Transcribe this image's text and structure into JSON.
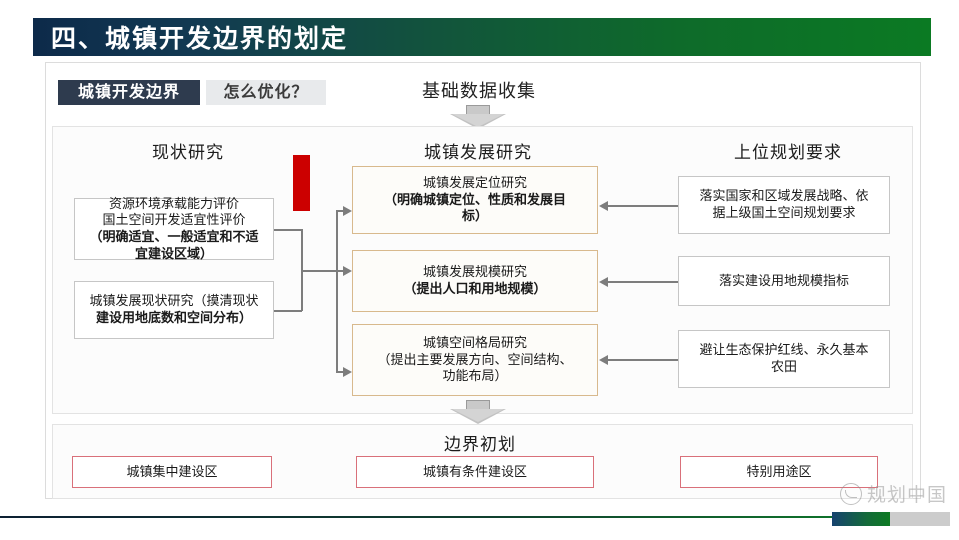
{
  "slide": {
    "title": "四、城镇开发边界的划定"
  },
  "tabs": {
    "active": "城镇开发边界",
    "inactive": "怎么优化？"
  },
  "stages": {
    "top": "基础数据收集",
    "bottom": "边界初划"
  },
  "columns": {
    "left_heading": "现状研究",
    "middle_heading": "城镇发展研究",
    "right_heading": "上位规划要求"
  },
  "left_boxes": [
    {
      "line1": "资源环境承载能力评价",
      "line2": "国土空间开发适宜性评价",
      "line3": "（明确适宜、一般适宜和不适",
      "line4": "宜建设区域）"
    },
    {
      "line1": "城镇发展现状研究（摸清现状",
      "line2": "建设用地底数和空间分布）"
    }
  ],
  "middle_boxes": [
    {
      "line1": "城镇发展定位研究",
      "line2": "（明确城镇定位、性质和发展目",
      "line3": "标）"
    },
    {
      "line1": "城镇发展规模研究",
      "line2": "（提出人口和用地规模）"
    },
    {
      "line1": "城镇空间格局研究",
      "line2": "（提出主要发展方向、空间结构、",
      "line3": "功能布局）"
    }
  ],
  "right_boxes": [
    {
      "line1": "落实国家和区域发展战略、依",
      "line2": "据上级国土空间规划要求"
    },
    {
      "line1": "落实建设用地规模指标"
    },
    {
      "line1": "避让生态保护红线、永久基本",
      "line2": "农田"
    }
  ],
  "bottom_boxes": [
    {
      "label": "城镇集中建设区"
    },
    {
      "label": "城镇有条件建设区"
    },
    {
      "label": "特别用途区"
    }
  ],
  "watermark": {
    "text": "规划中国"
  },
  "colors": {
    "title_start": "#0d2a4a",
    "title_end": "#0b7a23",
    "tab_active_bg": "#2e3b4e",
    "tab_inactive_bg": "#e8eaec",
    "accent_red": "#cc0000",
    "box_orange_border": "#d8b98d",
    "box_red_border": "#d9707a",
    "connector": "#7d7d7d"
  }
}
